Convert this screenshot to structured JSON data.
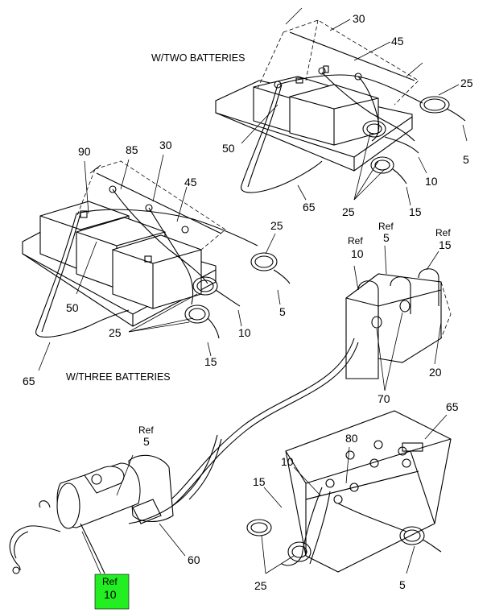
{
  "headings": {
    "two_batteries": "W/TWO BATTERIES",
    "three_batteries": "W/THREE BATTERIES"
  },
  "callouts": {
    "c30_top": "30",
    "c45_top": "45",
    "c25_top_right": "25",
    "c50_top": "50",
    "c5_top_right": "5",
    "c10_top_right": "10",
    "c25_top_mid": "25",
    "c65_top": "65",
    "c15_top": "15",
    "c90": "90",
    "c85": "85",
    "c30_mid": "30",
    "c45_mid": "45",
    "c25_mid_right": "25",
    "c50_mid": "50",
    "c5_mid": "5",
    "c25_mid_left": "25",
    "c10_mid": "10",
    "c15_mid": "15",
    "c65_mid": "65",
    "ref10_label": "Ref",
    "ref10_value": "10",
    "ref5_label": "Ref",
    "ref5_value": "5",
    "ref15_label": "Ref",
    "ref15_value": "15",
    "c20": "20",
    "c70": "70",
    "c65_lower": "65",
    "c80": "80",
    "c10_lower": "10",
    "c15_lower": "15",
    "c25_lower": "25",
    "c5_lower": "5",
    "ref5_lower_label": "Ref",
    "ref5_lower_value": "5",
    "c60": "60"
  },
  "highlight": {
    "label": "Ref",
    "value": "10",
    "color": "#22ee22"
  }
}
